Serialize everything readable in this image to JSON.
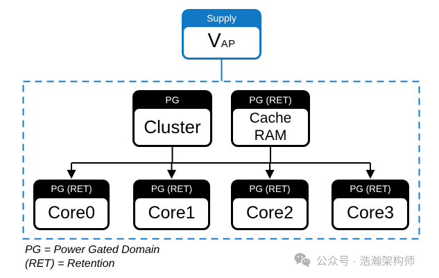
{
  "colors": {
    "accent_blue": "#1078c4",
    "box_black": "#000000",
    "watermark_gray": "#b2b2b2"
  },
  "supply": {
    "header_label": "Supply",
    "value_main": "V",
    "value_sub": "AP"
  },
  "domain": {
    "cluster": {
      "header": "PG",
      "label": "Cluster"
    },
    "cache_ram": {
      "header": "PG (RET)",
      "label": "Cache RAM"
    },
    "cores": [
      {
        "header": "PG (RET)",
        "label": "Core0"
      },
      {
        "header": "PG (RET)",
        "label": "Core1"
      },
      {
        "header": "PG (RET)",
        "label": "Core2"
      },
      {
        "header": "PG (RET)",
        "label": "Core3"
      }
    ]
  },
  "legend": {
    "line1": "PG = Power Gated Domain",
    "line2": "(RET) = Retention"
  },
  "watermark": {
    "icon": "wechat-icon",
    "text": "公众号 · 浩瀚架构师"
  }
}
